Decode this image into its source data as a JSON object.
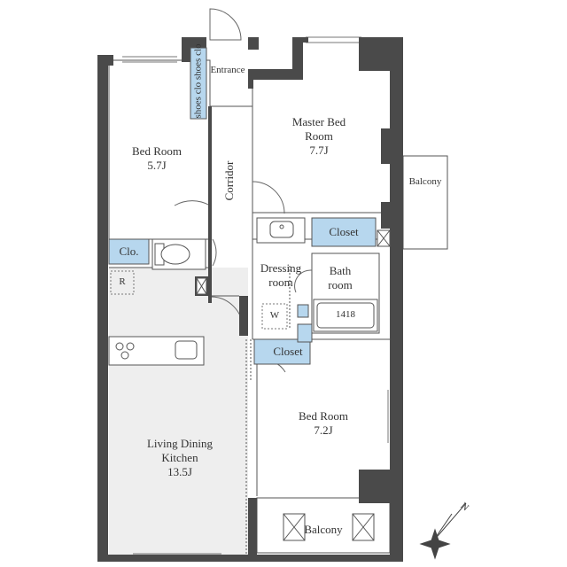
{
  "rooms": {
    "entrance": "Entrance",
    "shoes": "shoes clo shoes clo",
    "master_bed": [
      "Master Bed",
      "Room",
      "7.7J"
    ],
    "bed_left": [
      "Bed Room",
      "5.7J"
    ],
    "corridor": "Corridor",
    "balcony_right": "Balcony",
    "closet_master": "Closet",
    "clo_left": "Clo.",
    "refrigerator": "R",
    "dressing": [
      "Dressing",
      "room"
    ],
    "washer": "W",
    "bath": [
      "Bath",
      "room"
    ],
    "bath_size": "1418",
    "closet_middle": "Closet",
    "bed_right": [
      "Bed Room",
      "7.2J"
    ],
    "ldk": [
      "Living Dining",
      "Kitchen",
      "13.5J"
    ],
    "balcony_bottom": "Balcony",
    "compass": "N"
  },
  "colors": {
    "wall": "#4a4a4a",
    "line": "#555555",
    "closet_fill": "#b7d7ee",
    "ldk_fill": "#eeeeee",
    "fixture_fill": "#ffffff"
  }
}
